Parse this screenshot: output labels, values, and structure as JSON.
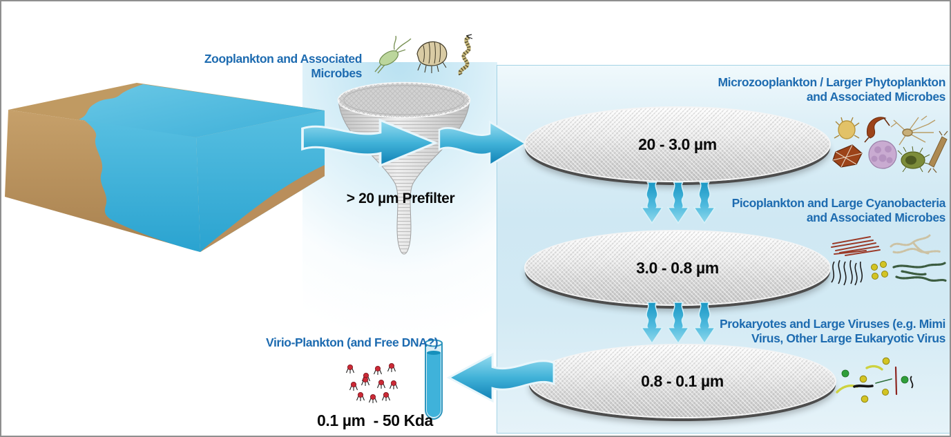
{
  "colors": {
    "heading_blue": "#1d6bb0",
    "label_black": "#0a0a0a",
    "arrow_blue": "#1e9ccb",
    "panel_bg": "#d2eaf4",
    "panel_border": "#a3d2e5",
    "water_blue": "#3fb0d8",
    "land_tan": "#c09a62",
    "filter_gray": "#d6d6d6",
    "virus_red": "#cc2a36",
    "outer_border": "#8f8f8f"
  },
  "prefilter": {
    "zooplankton_label": "Zooplankton and Associated Microbes",
    "label": "> 20 µm Prefilter"
  },
  "stages": [
    {
      "filter_label": "20 - 3.0 µm",
      "heading_line1": "Microzooplankton / Larger Phytoplankton",
      "heading_line2": "and Associated Microbes"
    },
    {
      "filter_label": "3.0 - 0.8 µm",
      "heading_line1": "Picoplankton and Large Cyanobacteria",
      "heading_line2": "and Associated Microbes"
    },
    {
      "filter_label": "0.8 - 0.1 µm",
      "heading_line1": "Prokaryotes and Large Viruses (e.g. Mimi",
      "heading_line2": "Virus, Other Large Eukaryotic Virus"
    }
  ],
  "output": {
    "label": "Virio-Plankton (and Free DNA?)",
    "size_label": "0.1 µm  - 50 Kda"
  },
  "icons": {
    "source": [
      "ocean-block-icon"
    ],
    "prefilter": [
      "plankton-net-icon",
      "copepod-icon",
      "amphipod-icon",
      "segmented-worm-icon"
    ],
    "flow": [
      "flow-arrow-right-icon",
      "flow-arrow-down-icon",
      "flow-arrow-left-icon"
    ],
    "stage1": [
      "tintinnid-icon",
      "ceratium-icon",
      "branched-zooplankter-icon",
      "angular-dinoflagellate-icon",
      "colonial-algae-icon",
      "ciliate-icon",
      "pennate-diatom-icon"
    ],
    "stage2": [
      "filament-bundle-icon",
      "beaded-filament-icon",
      "squiggle-filament-icon",
      "picoplankton-dots-icon",
      "cyanobacteria-chain-icon"
    ],
    "stage3": [
      "coccus-icon",
      "beaded-chain-icon",
      "rod-bacterium-icon",
      "spirillum-icon",
      "virus-particle-icon"
    ],
    "output": [
      "phage-icon",
      "test-tube-icon"
    ]
  }
}
